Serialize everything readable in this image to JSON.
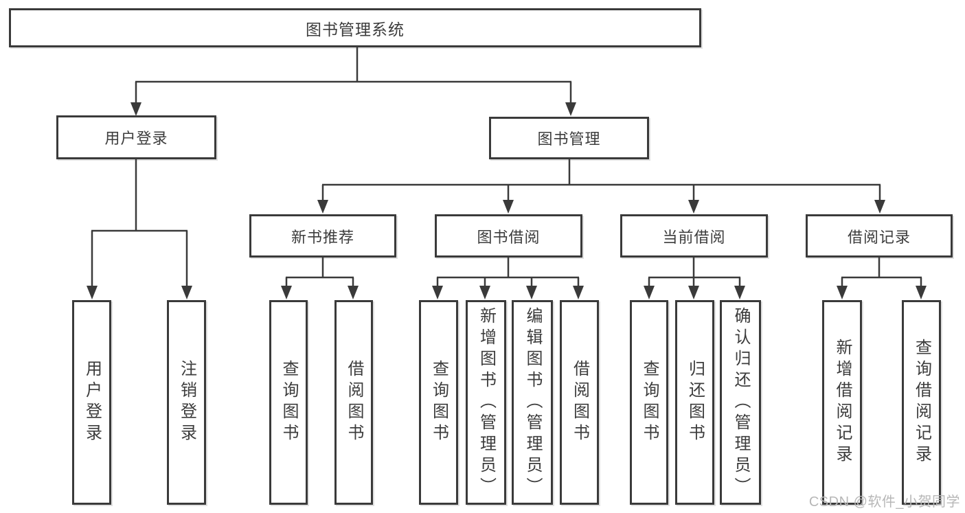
{
  "diagram": {
    "root": {
      "label": "图书管理系统"
    },
    "level2": [
      {
        "label": "用户登录",
        "children": [
          {
            "label": "用户登录"
          },
          {
            "label": "注销登录"
          }
        ]
      },
      {
        "label": "图书管理",
        "children": [
          {
            "label": "新书推荐",
            "children": [
              {
                "label": "查询图书"
              },
              {
                "label": "借阅图书"
              }
            ]
          },
          {
            "label": "图书借阅",
            "children": [
              {
                "label": "查询图书"
              },
              {
                "label": "新增图书（管理员）"
              },
              {
                "label": "编辑图书（管理员）"
              },
              {
                "label": "借阅图书"
              }
            ]
          },
          {
            "label": "当前借阅",
            "children": [
              {
                "label": "查询图书"
              },
              {
                "label": "归还图书"
              },
              {
                "label": "确认归还（管理员）"
              }
            ]
          },
          {
            "label": "借阅记录",
            "children": [
              {
                "label": "新增借阅记录"
              },
              {
                "label": "查询借阅记录"
              }
            ]
          }
        ]
      }
    ]
  },
  "watermark": {
    "text": "CSDN @软件_小贺同学"
  },
  "colors": {
    "line": "#3a3a3a",
    "text": "#3c3c3c",
    "box_fill": "#ffffff",
    "watermark": "#b7b7b7",
    "background": "#ffffff"
  }
}
